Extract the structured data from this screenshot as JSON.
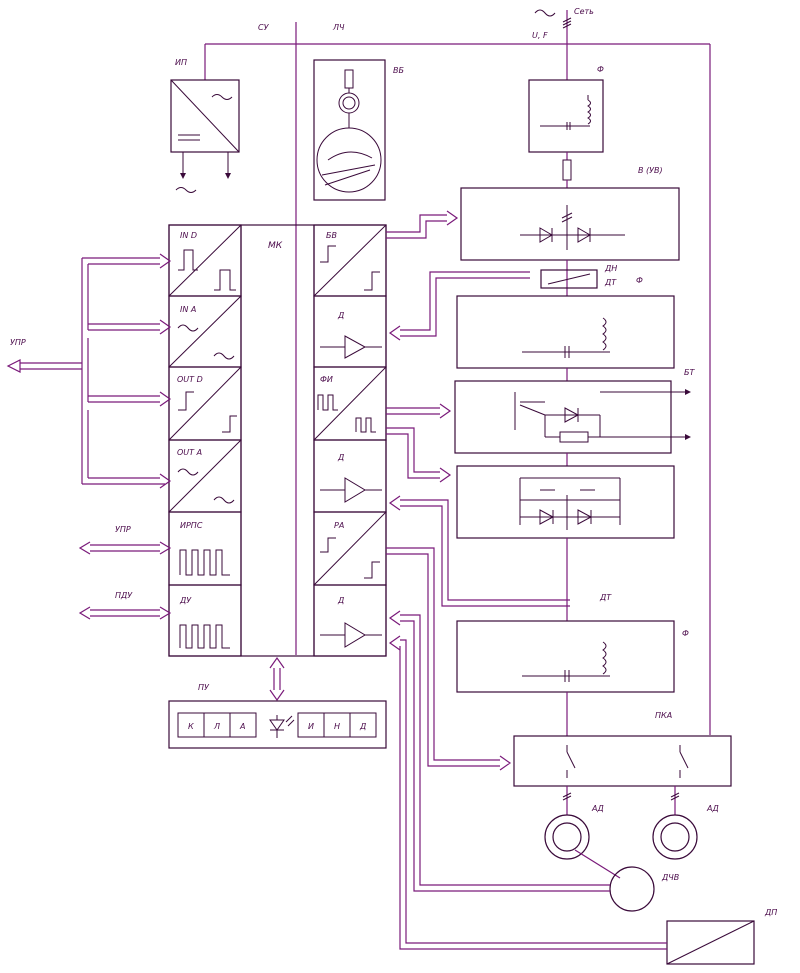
{
  "labels": {
    "cy": "СУ",
    "lch": "ЛЧ",
    "set": "Сеть",
    "uf": "U, F",
    "ip": "ИП",
    "vb": "ВБ",
    "f1": "Ф",
    "v_uv": "В (УВ)",
    "mk": "МК",
    "dn": "ДН",
    "dt1": "ДТ",
    "f2": "Ф",
    "bt": "БТ",
    "dt2": "ДТ",
    "f3": "Ф",
    "pka": "ПКА",
    "ad1": "АД",
    "ad2": "АД",
    "dchv": "ДЧВ",
    "dp": "ДП",
    "pu": "ПУ",
    "upr_left": "УПР",
    "upr_mid": "УПР",
    "pdu": "ПДУ"
  },
  "left_modules": [
    "IN D",
    "IN A",
    "OUT D",
    "OUT A",
    "ИРПС",
    "ДУ"
  ],
  "right_modules": [
    "БВ",
    "Д",
    "ФИ",
    "Д",
    "РА",
    "Д"
  ],
  "pu_keys_left": [
    "К",
    "Л",
    "А"
  ],
  "pu_keys_right": [
    "И",
    "Н",
    "Д"
  ],
  "colors": {
    "line": "#7a1a7a",
    "box": "#3a0a3a"
  }
}
